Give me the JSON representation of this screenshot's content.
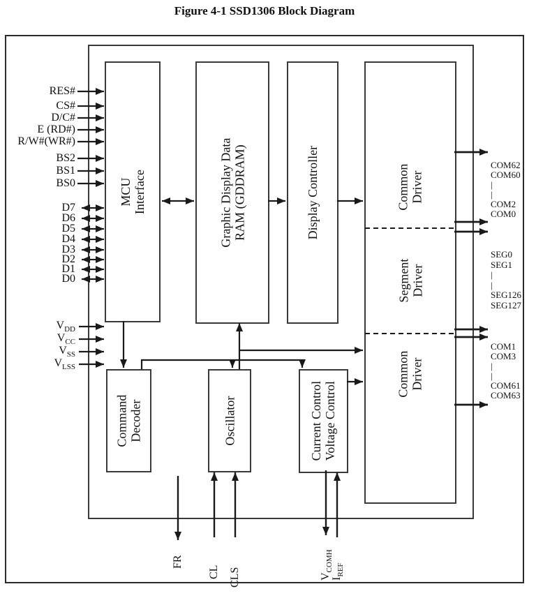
{
  "title": "Figure 4-1 SSD1306 Block Diagram",
  "colors": {
    "line": "#1a1a1a",
    "background": "#ffffff",
    "box_border": "#3a3a3a"
  },
  "blocks": {
    "mcu": {
      "line1": "MCU",
      "line2": "Interface"
    },
    "gddram": {
      "line1": "Graphic Display Data",
      "line2": "RAM (GDDRAM)"
    },
    "display_controller": {
      "label": "Display Controller"
    },
    "common_driver_top": {
      "line1": "Common",
      "line2": "Driver"
    },
    "segment_driver": {
      "line1": "Segment",
      "line2": "Driver"
    },
    "common_driver_bottom": {
      "line1": "Common",
      "line2": "Driver"
    },
    "command_decoder": {
      "line1": "Command",
      "line2": "Decoder"
    },
    "oscillator": {
      "label": "Oscillator"
    },
    "current_control": {
      "line1": "Current Control",
      "line2": "Voltage Control"
    }
  },
  "left_signals": {
    "control": [
      "RES#",
      "CS#",
      "D/C#",
      "E (RD#)",
      "R/W#(WR#)"
    ],
    "bus_select": [
      "BS2",
      "BS1",
      "BS0"
    ],
    "data": [
      "D7",
      "D6",
      "D5",
      "D4",
      "D3",
      "D2",
      "D1",
      "D0"
    ],
    "power": [
      {
        "base": "V",
        "sub": "DD"
      },
      {
        "base": "V",
        "sub": "CC"
      },
      {
        "base": "V",
        "sub": "SS"
      },
      {
        "base": "V",
        "sub": "LSS"
      }
    ]
  },
  "right_signals": {
    "com_top": [
      "COM62",
      "COM60",
      "|",
      "|",
      "COM2",
      "COM0"
    ],
    "seg": [
      "SEG0",
      "SEG1",
      "|",
      "|",
      "SEG126",
      "SEG127"
    ],
    "com_bottom": [
      "COM1",
      "COM3",
      "|",
      "|",
      "COM61",
      "COM63"
    ]
  },
  "bottom_signals": {
    "fr": "FR",
    "cl": "CL",
    "cls": "CLS",
    "vcomh": {
      "base": "V",
      "sub": "COMH"
    },
    "iref": {
      "base": "I",
      "sub": "REF"
    }
  }
}
